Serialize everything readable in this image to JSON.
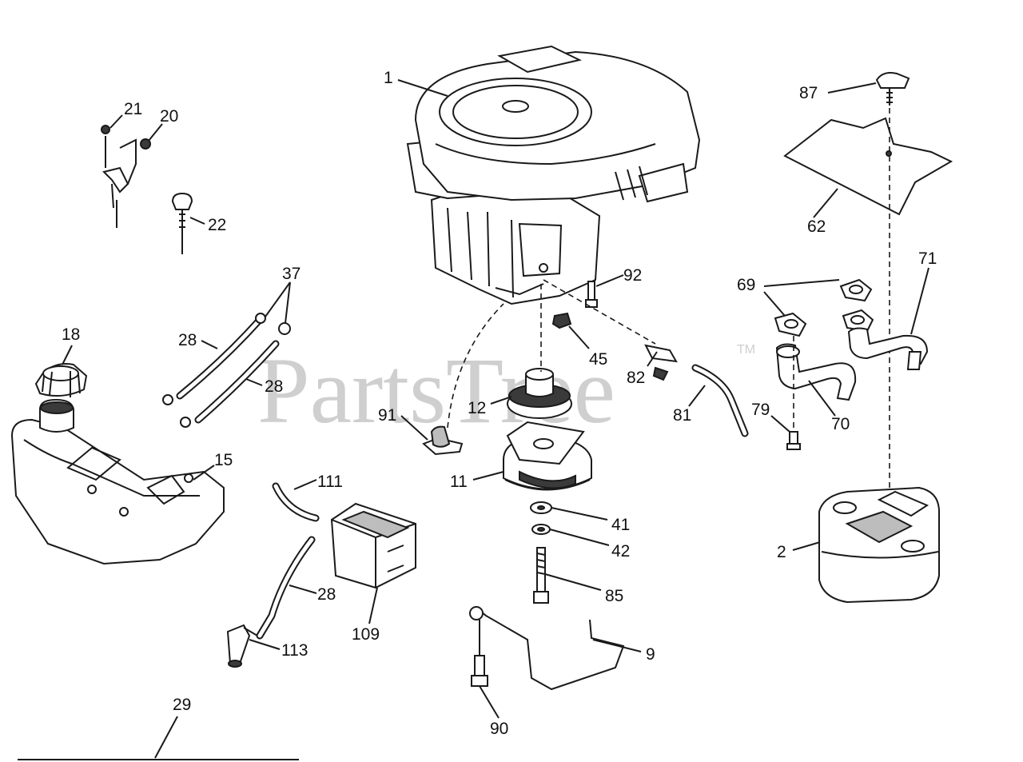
{
  "watermark": {
    "text": "PartsTree",
    "tm": "TM"
  },
  "callouts": [
    {
      "id": "c1",
      "text": "1"
    },
    {
      "id": "c21",
      "text": "21"
    },
    {
      "id": "c20",
      "text": "20"
    },
    {
      "id": "c22",
      "text": "22"
    },
    {
      "id": "c37",
      "text": "37"
    },
    {
      "id": "c28a",
      "text": "28"
    },
    {
      "id": "c28b",
      "text": "28"
    },
    {
      "id": "c18",
      "text": "18"
    },
    {
      "id": "c15",
      "text": "15"
    },
    {
      "id": "c111",
      "text": "111"
    },
    {
      "id": "c28c",
      "text": "28"
    },
    {
      "id": "c113",
      "text": "113"
    },
    {
      "id": "c109",
      "text": "109"
    },
    {
      "id": "c29",
      "text": "29"
    },
    {
      "id": "c91",
      "text": "91"
    },
    {
      "id": "c12",
      "text": "12"
    },
    {
      "id": "c11",
      "text": "11"
    },
    {
      "id": "c92",
      "text": "92"
    },
    {
      "id": "c45",
      "text": "45"
    },
    {
      "id": "c82",
      "text": "82"
    },
    {
      "id": "c81",
      "text": "81"
    },
    {
      "id": "c41",
      "text": "41"
    },
    {
      "id": "c42",
      "text": "42"
    },
    {
      "id": "c85",
      "text": "85"
    },
    {
      "id": "c9",
      "text": "9"
    },
    {
      "id": "c90",
      "text": "90"
    },
    {
      "id": "c87",
      "text": "87"
    },
    {
      "id": "c62",
      "text": "62"
    },
    {
      "id": "c69",
      "text": "69"
    },
    {
      "id": "c71",
      "text": "71"
    },
    {
      "id": "c70",
      "text": "70"
    },
    {
      "id": "c79",
      "text": "79"
    },
    {
      "id": "c2",
      "text": "2"
    }
  ]
}
